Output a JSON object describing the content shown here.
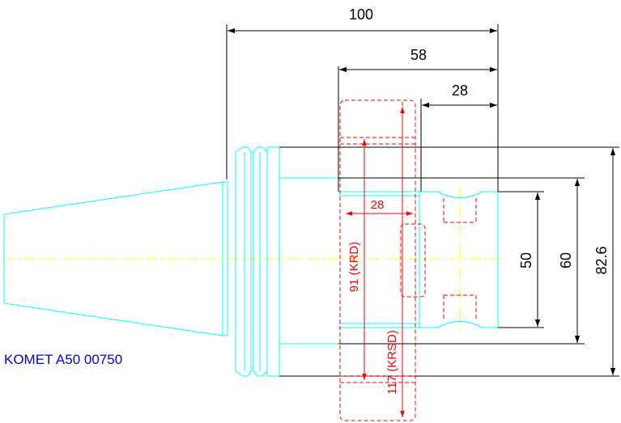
{
  "caption": "KOMET A50 00750",
  "dimensions": {
    "overall_length": "100",
    "body_length": "58",
    "front_length": "28",
    "bore_d": "50",
    "nose_d": "60",
    "flange_d": "82.6"
  },
  "insert_labels": {
    "width": "28",
    "krd": "91 (KRD)",
    "krsd": "117 (KRSD)"
  },
  "colors": {
    "outline": "#00ffff",
    "centerline": "#ffff00",
    "dimension": "#000000",
    "insert": "#ff0000",
    "caption": "#0000ff"
  }
}
